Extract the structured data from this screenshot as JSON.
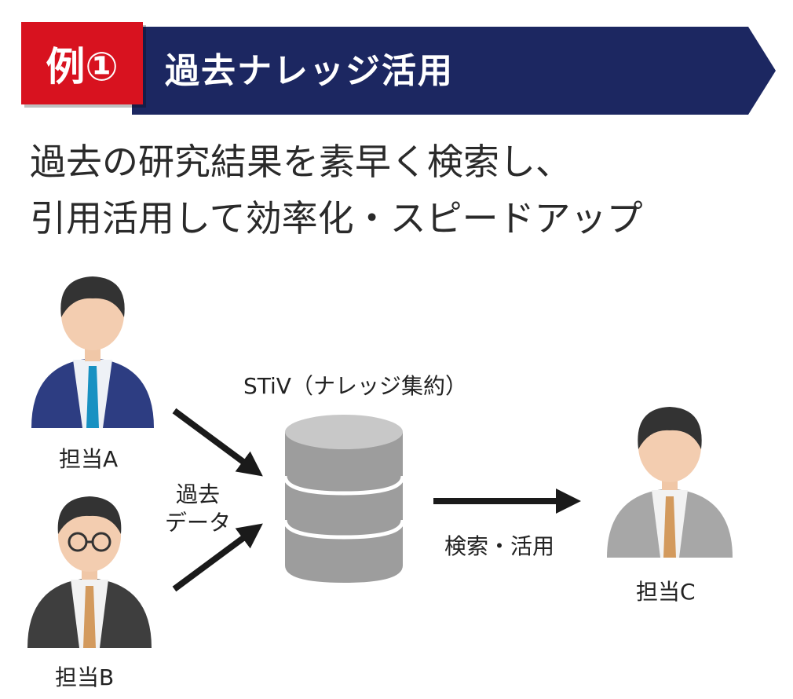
{
  "header": {
    "badge": "例①",
    "title": "過去ナレッジ活用"
  },
  "headline": {
    "line1": "過去の研究結果を素早く検索し、",
    "line2": "引用活用して効率化・スピードアップ"
  },
  "diagram": {
    "system_label": "STiV（ナレッジ集約）",
    "input_label_line1": "過去",
    "input_label_line2": "データ",
    "output_label": "検索・活用",
    "person_a": "担当A",
    "person_b": "担当B",
    "person_c": "担当C"
  },
  "colors": {
    "navy": "#1c2761",
    "red": "#d8121f",
    "arrow": "#1a1a1a",
    "db_gray": "#9d9d9d"
  }
}
